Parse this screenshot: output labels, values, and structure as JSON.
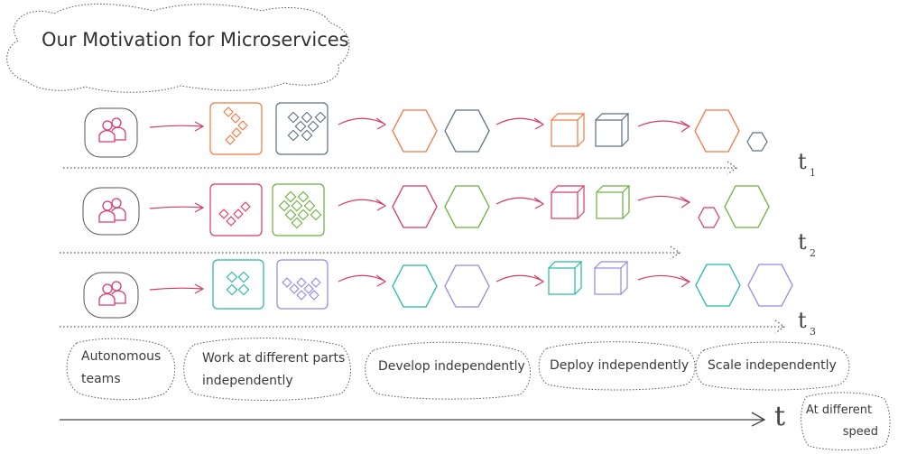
{
  "title": "Our Motivation for Microservices",
  "timelines": [
    {
      "label": "t",
      "subscript": "1"
    },
    {
      "label": "t",
      "subscript": "2"
    },
    {
      "label": "t",
      "subscript": "3"
    }
  ],
  "stages": [
    {
      "lines": [
        "Autonomous",
        "teams"
      ]
    },
    {
      "lines": [
        "Work at different parts",
        "independently"
      ]
    },
    {
      "lines": [
        "Develop independently"
      ]
    },
    {
      "lines": [
        "Deploy independently"
      ]
    },
    {
      "lines": [
        "Scale independently"
      ]
    }
  ],
  "main_axis": {
    "label": "t"
  },
  "note": {
    "lines": [
      "At different",
      "speed"
    ]
  },
  "colors": {
    "team": "#d83a78",
    "arrow": "#d83a60",
    "stroke": "#555555",
    "orange": "#f07840",
    "slate": "#5a7080",
    "green": "#6cae3c",
    "teal": "#21b7a6",
    "purple": "#9787e0"
  }
}
